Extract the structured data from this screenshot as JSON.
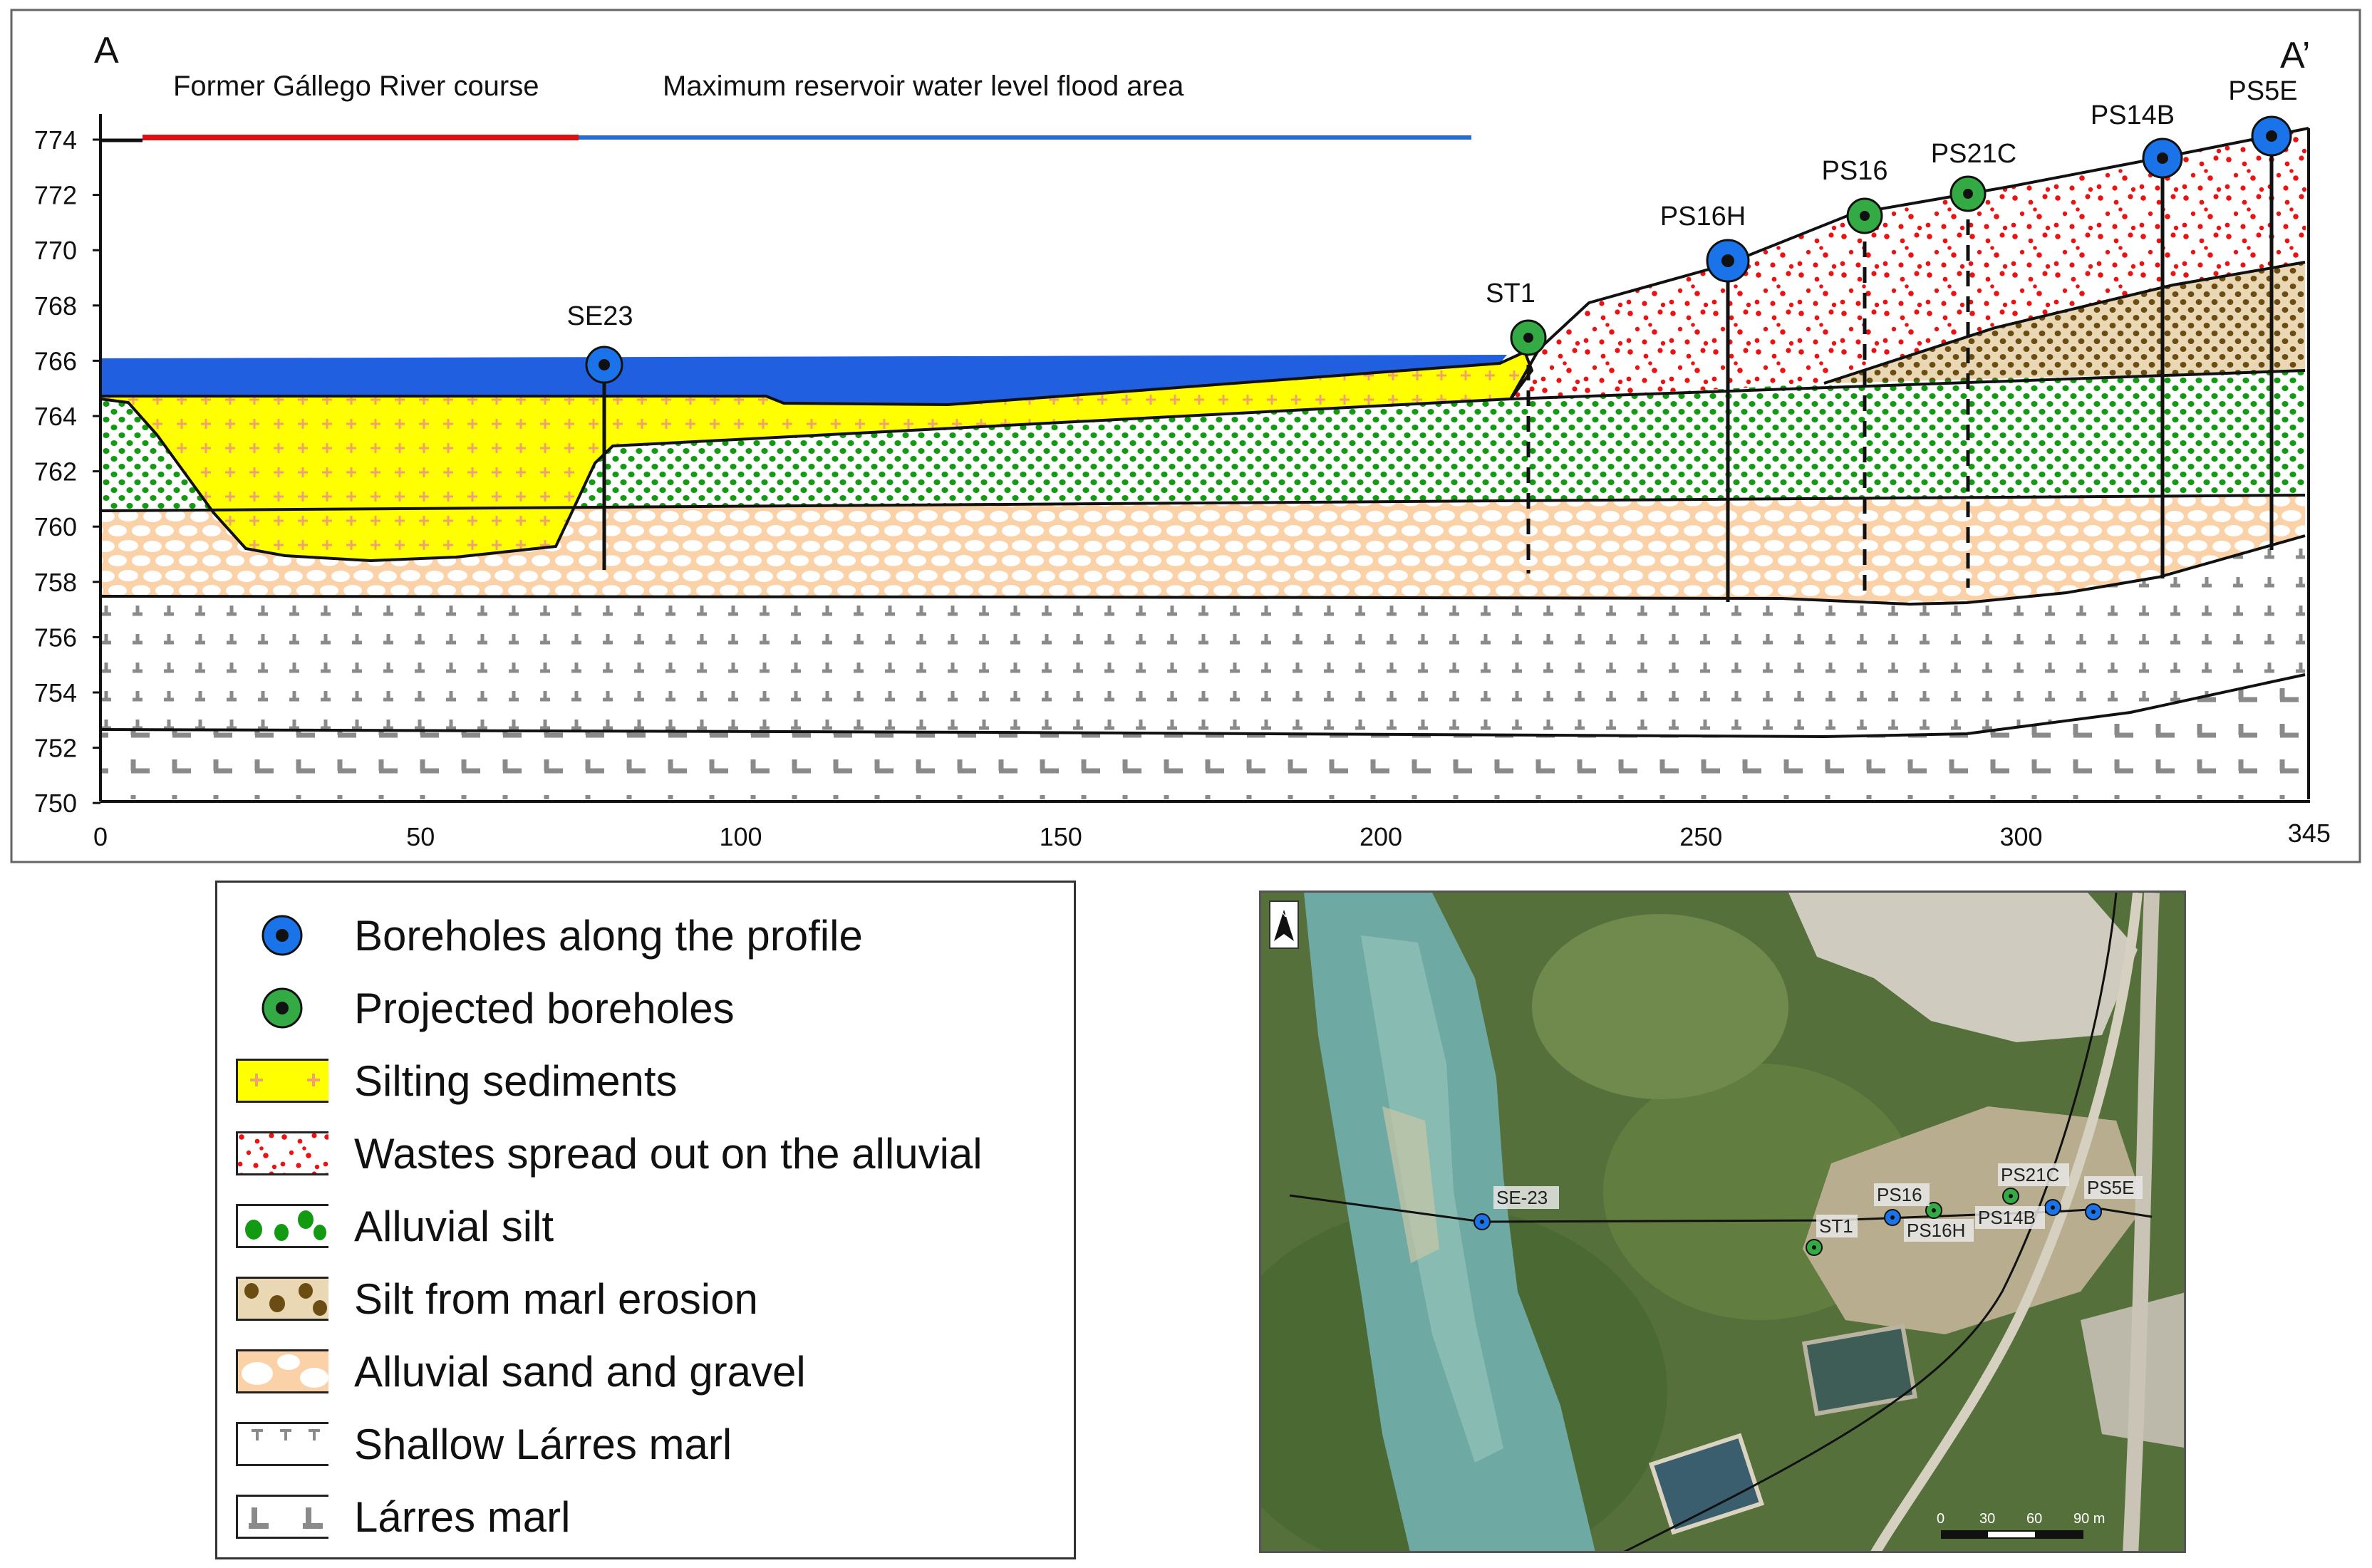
{
  "section": {
    "end_label_left": "A",
    "end_label_right": "A’",
    "banner_left": "Former Gállego River course",
    "banner_right": "Maximum reservoir water level flood area",
    "y_ticks": [
      "774",
      "772",
      "770",
      "768",
      "766",
      "764",
      "762",
      "760",
      "758",
      "756",
      "754",
      "752",
      "750"
    ],
    "x_ticks": [
      "0",
      "50",
      "100",
      "150",
      "200",
      "250",
      "300",
      "345"
    ],
    "boreholes": [
      {
        "label": "SE23",
        "type": "along"
      },
      {
        "label": "ST1",
        "type": "projected"
      },
      {
        "label": "PS16H",
        "type": "along"
      },
      {
        "label": "PS16",
        "type": "projected"
      },
      {
        "label": "PS21C",
        "type": "projected"
      },
      {
        "label": "PS14B",
        "type": "along"
      },
      {
        "label": "PS5E",
        "type": "along"
      }
    ]
  },
  "legend": {
    "items": [
      {
        "label": "Boreholes along the profile",
        "symbol": "blue-borehole"
      },
      {
        "label": "Projected boreholes",
        "symbol": "green-borehole"
      },
      {
        "label": "Silting sediments",
        "symbol": "yellow-cross-pattern"
      },
      {
        "label": "Wastes spread out on the alluvial",
        "symbol": "red-dot-pattern"
      },
      {
        "label": "Alluvial silt",
        "symbol": "green-dot-pattern"
      },
      {
        "label": "Silt from marl erosion",
        "symbol": "brown-dot-pattern"
      },
      {
        "label": "Alluvial sand and gravel",
        "symbol": "orange-pebble-pattern"
      },
      {
        "label": "Shallow Lárres marl",
        "symbol": "grey-small-t-pattern"
      },
      {
        "label": "Lárres marl",
        "symbol": "grey-large-t-pattern"
      }
    ]
  },
  "map": {
    "north_label": "N",
    "points": [
      {
        "label": "SE-23",
        "type": "along"
      },
      {
        "label": "ST1",
        "type": "projected"
      },
      {
        "label": "PS16",
        "type": "along"
      },
      {
        "label": "PS16H",
        "type": "projected"
      },
      {
        "label": "PS21C",
        "type": "projected"
      },
      {
        "label": "PS14B",
        "type": "along"
      },
      {
        "label": "PS5E",
        "type": "along"
      }
    ],
    "scale_labels": [
      "0",
      "30",
      "60",
      "90 m"
    ]
  },
  "colors": {
    "water": "#1f5fe0",
    "silting": "#ffff00",
    "waste_dot": "#ee1111",
    "alluvial_silt_dot": "#139a13",
    "marl_silt": "#ead8b4",
    "marl_silt_dot": "#6b4c12",
    "gravel_bg": "#fbd2a8",
    "marl_mark": "#8a8a8a",
    "along_borehole": "#1a73e8",
    "projected_borehole": "#33aa44",
    "former_course": "#dd1111",
    "flood_line": "#2b6cc4"
  }
}
